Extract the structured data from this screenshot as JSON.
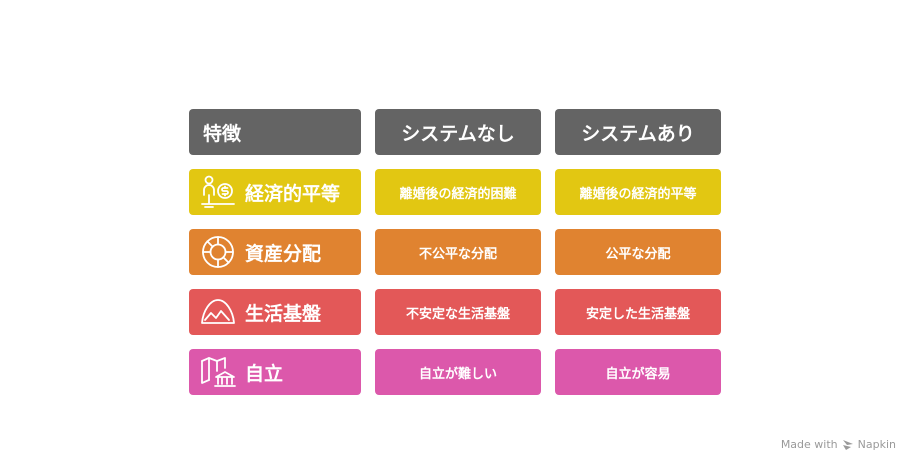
{
  "header": {
    "feature": "特徴",
    "without": "システムなし",
    "with": "システムあり"
  },
  "rows": [
    {
      "feature": "経済的平等",
      "icon": "person-coin-scale-icon",
      "color": "#e2c712",
      "without": "離婚後の経済的困難",
      "with": "離婚後の経済的平等"
    },
    {
      "feature": "資産分配",
      "icon": "pie-chart-icon",
      "color": "#e08330",
      "without": "不公平な分配",
      "with": "公平な分配"
    },
    {
      "feature": "生活基盤",
      "icon": "mountain-icon",
      "color": "#e35858",
      "without": "不安定な生活基盤",
      "with": "安定した生活基盤"
    },
    {
      "feature": "自立",
      "icon": "map-bank-icon",
      "color": "#dc58ab",
      "without": "自立が難しい",
      "with": "自立が容易"
    }
  ],
  "colors": {
    "header": "#646464"
  },
  "footer": {
    "made_with": "Made with",
    "brand": "Napkin"
  }
}
